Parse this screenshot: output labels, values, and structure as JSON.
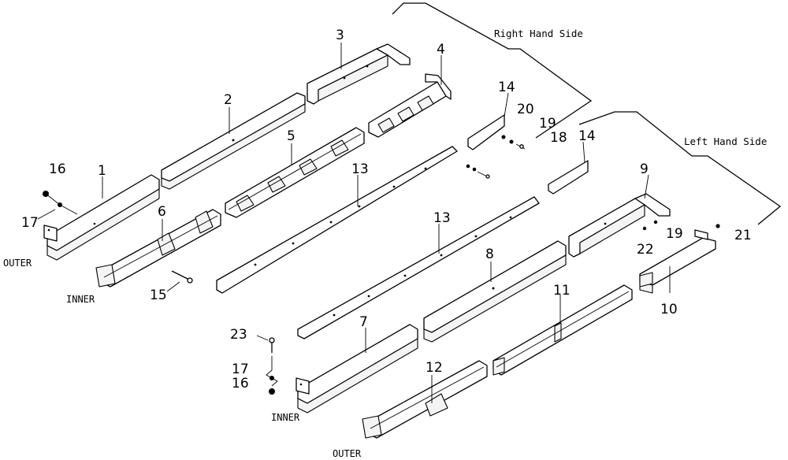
{
  "headers": {
    "right": "Right Hand Side",
    "left": "Left Hand Side"
  },
  "side_labels": {
    "outer_top": "OUTER",
    "inner_top": "INNER",
    "inner_bottom": "INNER",
    "outer_bottom": "OUTER"
  },
  "callouts": {
    "c1": "1",
    "c2": "2",
    "c3": "3",
    "c4": "4",
    "c5": "5",
    "c6": "6",
    "c7": "7",
    "c8": "8",
    "c9": "9",
    "c10": "10",
    "c11": "11",
    "c12": "12",
    "c13a": "13",
    "c13b": "13",
    "c14a": "14",
    "c14b": "14",
    "c15": "15",
    "c16a": "16",
    "c16b": "16",
    "c17a": "17",
    "c17b": "17",
    "c18": "18",
    "c19a": "19",
    "c19b": "19",
    "c20": "20",
    "c21": "21",
    "c22": "22",
    "c23": "23"
  }
}
